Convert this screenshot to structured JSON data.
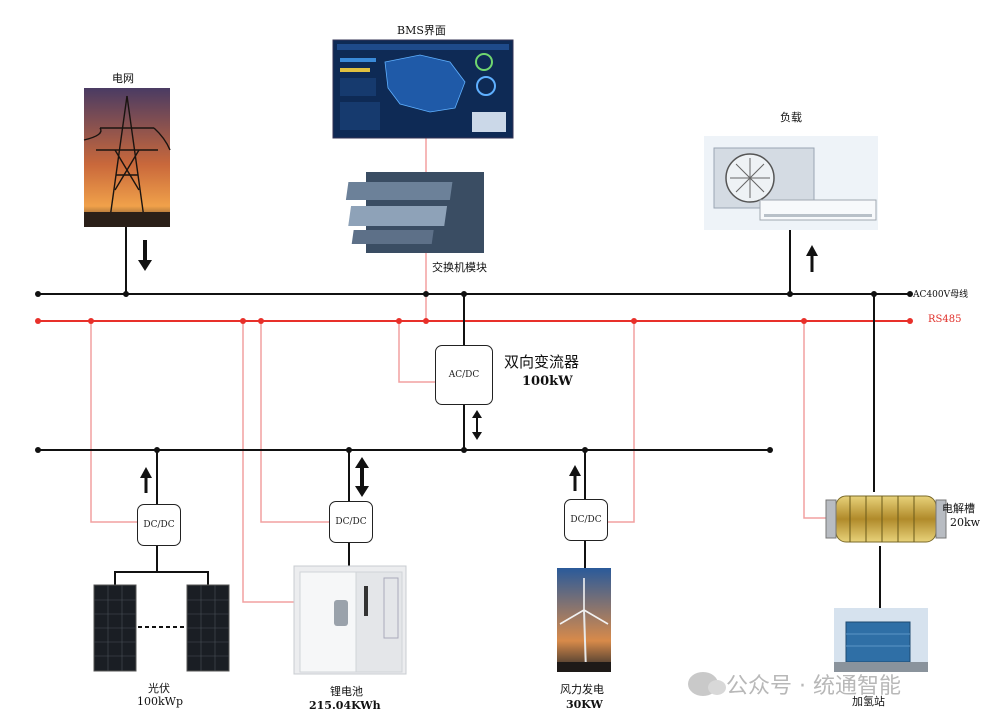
{
  "labels": {
    "grid": "电网",
    "monitor": "BMS界面",
    "switch_module": "交换机模块",
    "load": "负载",
    "ac_bus": "AC400V母线",
    "rs485": "RS485",
    "converter_name": "双向变流器",
    "converter_power": "100kW",
    "pv_name": "光伏",
    "pv_power": "100kWp",
    "battery_name": "锂电池",
    "battery_capacity": "215.04KWh",
    "wind_name": "风力发电",
    "wind_power": "30KW",
    "electrolyzer_name": "电解槽",
    "electrolyzer_power": "20kw",
    "station": "加氢站"
  },
  "boxes": {
    "acdc": "AC/DC",
    "dcdc_pv": "DC/DC",
    "dcdc_battery": "DC/DC",
    "dcdc_wind": "DC/DC"
  },
  "watermark": "公众号 · 统通智能",
  "colors": {
    "bus_black": "#111111",
    "rs485_red": "#e8302a",
    "signal_red": "#f2a0a0"
  }
}
